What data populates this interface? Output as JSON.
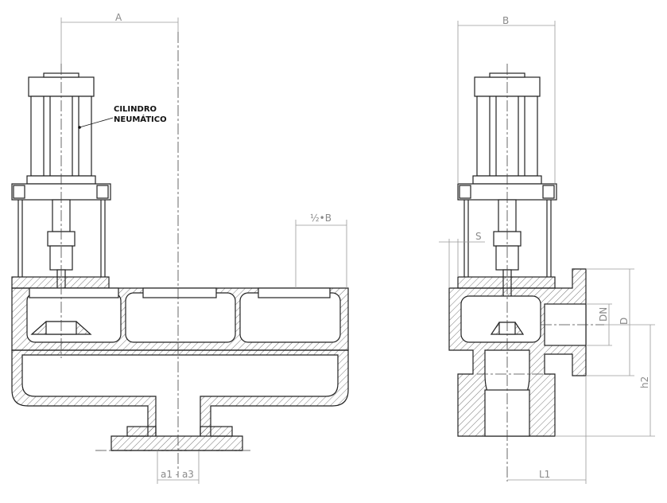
{
  "labels": {
    "cylinder_line1": "CILINDRO",
    "cylinder_line2": "NEUMÁTICO"
  },
  "dimensions": {
    "front_width": "A",
    "side_width": "B",
    "half_b": "½•B",
    "s": "S",
    "dn": "DN",
    "d": "D",
    "h2": "h2",
    "a1_a3": "a1 - a3",
    "l1": "L1"
  },
  "colors": {
    "line": "#222222",
    "dim_line": "#9a9a9a",
    "hatch": "#555555"
  }
}
